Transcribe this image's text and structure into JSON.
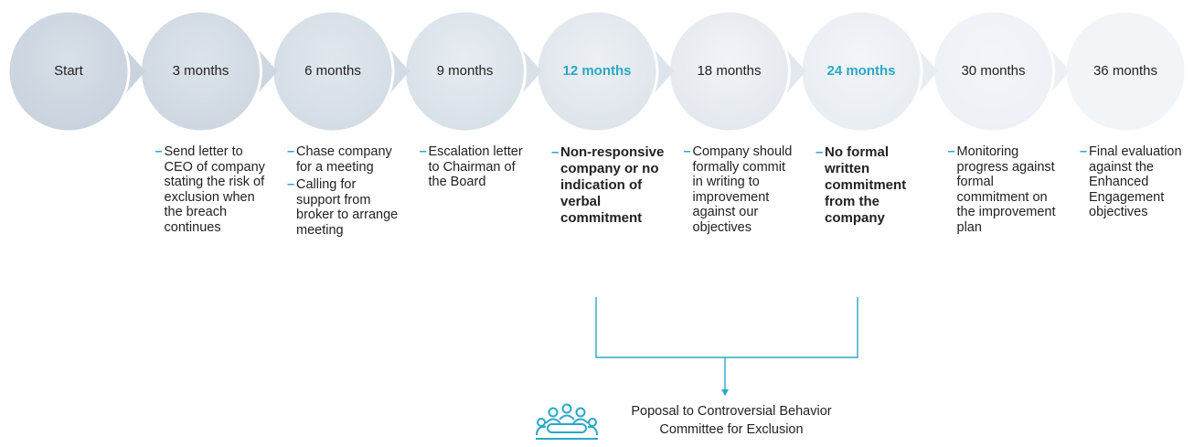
{
  "colors": {
    "accent": "#2aa8c4",
    "circle_start": "#c9d3de",
    "circle_end": "#f2f5f8",
    "text": "#222222"
  },
  "steps": [
    {
      "label": "Start",
      "highlight": false,
      "notes": []
    },
    {
      "label": "3 months",
      "highlight": false,
      "notes": [
        {
          "text": "Send letter to CEO of company stating the risk of exclusion when the breach continues",
          "bold": false
        }
      ]
    },
    {
      "label": "6 months",
      "highlight": false,
      "notes": [
        {
          "text": "Chase company for a meeting",
          "bold": false
        },
        {
          "text": "Calling for support from broker to arrange meeting",
          "bold": false
        }
      ]
    },
    {
      "label": "9 months",
      "highlight": false,
      "notes": [
        {
          "text": "Escalation letter to Chairman of the Board",
          "bold": false
        }
      ]
    },
    {
      "label": "12 months",
      "highlight": true,
      "notes": [
        {
          "text": "Non-responsive company or no indication of verbal commitment",
          "bold": true
        }
      ]
    },
    {
      "label": "18 months",
      "highlight": false,
      "notes": [
        {
          "text": "Company should formally commit in writing to improvement against our objectives",
          "bold": false
        }
      ]
    },
    {
      "label": "24 months",
      "highlight": true,
      "notes": [
        {
          "text": "No formal written commitment from the company",
          "bold": true
        }
      ]
    },
    {
      "label": "30 months",
      "highlight": false,
      "notes": [
        {
          "text": "Monitoring progress against formal commitment on the improvement plan",
          "bold": false
        }
      ]
    },
    {
      "label": "36 months",
      "highlight": false,
      "notes": [
        {
          "text": "Final evaluation against the Enhanced Engagement objectives",
          "bold": false
        }
      ]
    }
  ],
  "proposal": {
    "icon": "committee-meeting-icon",
    "line1": "Poposal to Controversial Behavior",
    "line2": "Committee for Exclusion"
  }
}
